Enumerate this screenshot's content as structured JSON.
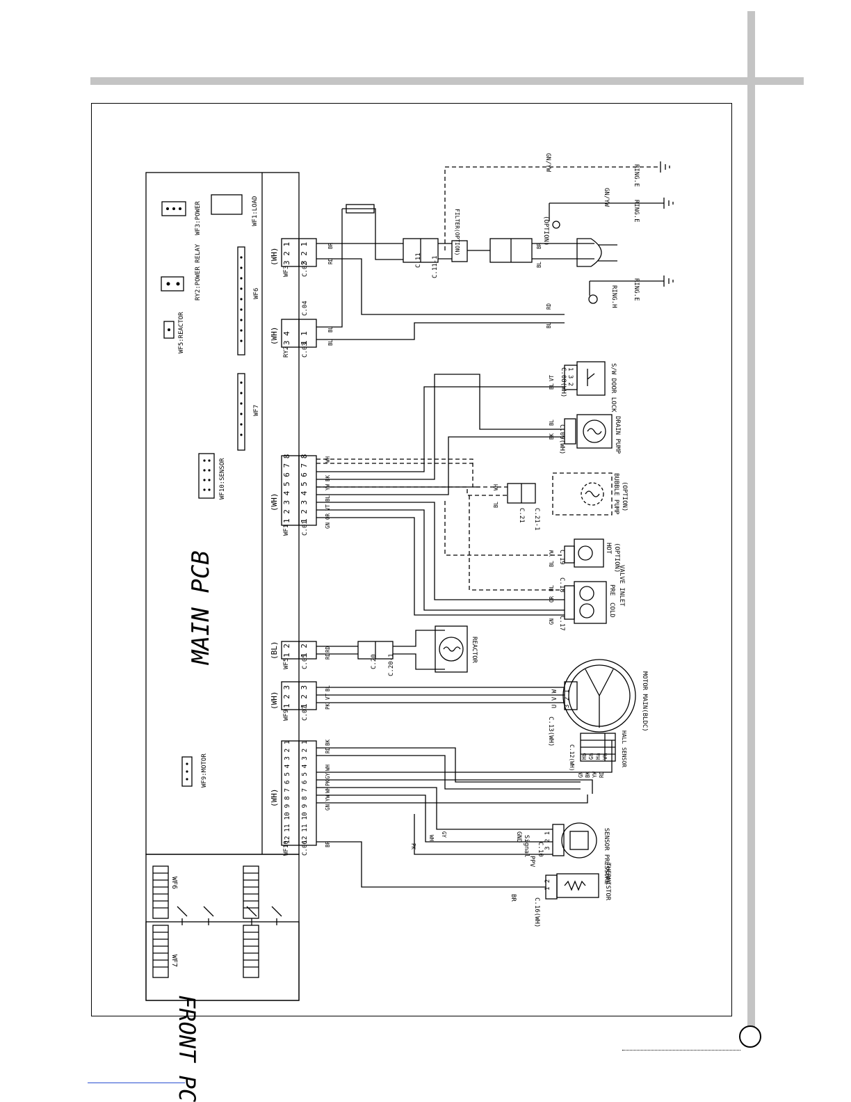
{
  "board": {
    "main": "MAIN PCB",
    "front": "FRONT PCB",
    "onboard": [
      "WF3:POWER",
      "WF1:LOAD",
      "RY2:POWER RELAY",
      "WF5:REACTOR",
      "WF6",
      "WF7",
      "WF10:SENSOR",
      "WF9:MOTOR"
    ],
    "front_connectors": [
      "WF6",
      "WF7"
    ]
  },
  "connectors": [
    {
      "id": "wf3",
      "name": "WF3",
      "housing": "(WH)",
      "pins": "3 2 1",
      "mate": "C.02",
      "wires": [
        "RD",
        "BR"
      ]
    },
    {
      "id": "ry2",
      "name": "RY2",
      "housing": "(WH)",
      "pins": "3 4",
      "mate": "C.03",
      "mate2": "C.04",
      "mate_pins": "1 1",
      "wires": [
        "BL",
        "BL"
      ]
    },
    {
      "id": "wf1",
      "name": "WF1",
      "housing": "(WH)",
      "pins": "1 2 3 4 5 6 7 8",
      "mate": "C.01",
      "wires": [
        "GN",
        "OR",
        "VT",
        "BL",
        "YW",
        "BK",
        "WH"
      ]
    },
    {
      "id": "wf5",
      "name": "WF5",
      "housing": "(BL)",
      "pins": "1 2",
      "mate": "C.05",
      "wires": [
        "RD",
        "RD"
      ]
    },
    {
      "id": "wf9",
      "name": "WF9",
      "housing": "(WH)",
      "pins": "1 2 3",
      "mate": "C.07",
      "wires": [
        "PK",
        "VT",
        "BL"
      ]
    },
    {
      "id": "wf10",
      "name": "WF10",
      "housing": "(WH)",
      "pins": "12 11 10 9 8 7 6 5 4 3 2 1",
      "mate": "C.06",
      "wires": [
        "BR",
        "GN",
        "YW",
        "WH",
        "PK",
        "GY",
        "WH",
        "RD",
        "BK"
      ]
    }
  ],
  "components": {
    "fuse_conn": [
      "C.11",
      "C.11-1"
    ],
    "filter": "FILTER(OPTION)",
    "plug_note": "(OPTION)",
    "ground": [
      "RING.E",
      "RING.E",
      "RING.E"
    ],
    "gnyw": [
      "GN/YW",
      "GN/YW"
    ],
    "ring_h": "RING.H",
    "door_lock": {
      "label": "S/W DOOR LOCK",
      "conn": "C.08(WH)",
      "pins": "1 3 2",
      "wires": [
        "VT",
        "BL",
        "BL"
      ]
    },
    "drain_pump": {
      "label": "DRAIN PUMP",
      "conn": "C.09(WH)",
      "wires": [
        "BK",
        "BL"
      ]
    },
    "bubble_pump": {
      "label": "BUBBLE PUMP",
      "option": "(OPTION)",
      "conn": [
        "C.21",
        "C.21-1"
      ],
      "wires": [
        "BL",
        "WH"
      ]
    },
    "hot_valve": {
      "label": "HOT",
      "option": "(OPTION)",
      "conn": "C.19",
      "wires": [
        "YW",
        "BL"
      ]
    },
    "valve_inlet": {
      "label": "VALVE INLET",
      "cold": "COLD",
      "pre": "PRE",
      "conn": [
        "C.18",
        "C.17"
      ],
      "wires": [
        "GN",
        "BL",
        "OR",
        "BL"
      ]
    },
    "reactor": {
      "label": "REACTOR",
      "conn": [
        "C.20",
        "C.20-1"
      ]
    },
    "motor": {
      "label": "MOTOR MAIN(BLDC)",
      "conn": "C.13(WH)",
      "pins": "3 2 1",
      "phases": "U V W"
    },
    "hall": {
      "label": "HALL SENSOR",
      "conn": "C.12(WH)",
      "pins": [
        "Hb",
        "Gh",
        "Ha",
        "Vh"
      ],
      "nums": "4 3 2 1"
    },
    "pressure": {
      "label": "SENSOR PRESSURE",
      "conn": "C.10",
      "ppv": "PPV",
      "pins": "3 2 1",
      "signals": [
        "GND",
        "Signal"
      ]
    },
    "thermistor": {
      "label": "THERMISTOR",
      "conn": "C.16(WH)",
      "pins": "1 2",
      "wire": "BR"
    },
    "misc_wires": [
      "BR",
      "BL",
      "BR",
      "RD",
      "BL",
      "RD",
      "BL",
      "BL",
      "VT",
      "BL",
      "PK",
      "WH",
      "GY",
      "PK",
      "BR",
      "GN",
      "BK",
      "YW",
      "RD"
    ]
  },
  "style": {
    "line": "#000000",
    "rail": "#c4c4c4",
    "footer_link": "#2a4fd0"
  }
}
